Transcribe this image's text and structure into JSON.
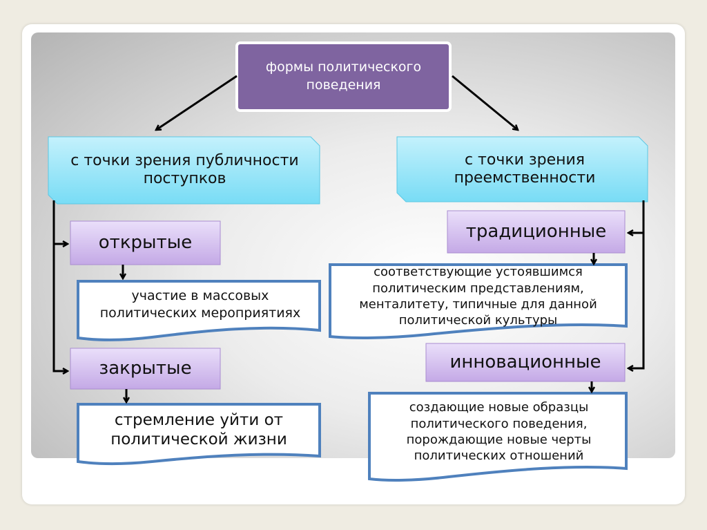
{
  "title": "формы политического поведения",
  "left": {
    "heading": "с точки зрения публичности поступков",
    "items": [
      {
        "label": "открытые",
        "desc": "участие в массовых политических мероприятиях"
      },
      {
        "label": "закрытые",
        "desc": "стремление уйти от политической жизни"
      }
    ]
  },
  "right": {
    "heading": "с точки зрения преемственности",
    "items": [
      {
        "label": "традиционные",
        "desc": "соответствующие устоявшимся политическим представлениям, менталитету, типичные для данной политической культуры"
      },
      {
        "label": "инновационные",
        "desc": "создающие новые образцы политического поведения, порождающие новые черты политических отношений"
      }
    ]
  },
  "colors": {
    "title": "#7f64a0",
    "cyan": "#8fe3f7",
    "lavender": "#d4c1ee",
    "doc_border": "#4f81bd"
  }
}
